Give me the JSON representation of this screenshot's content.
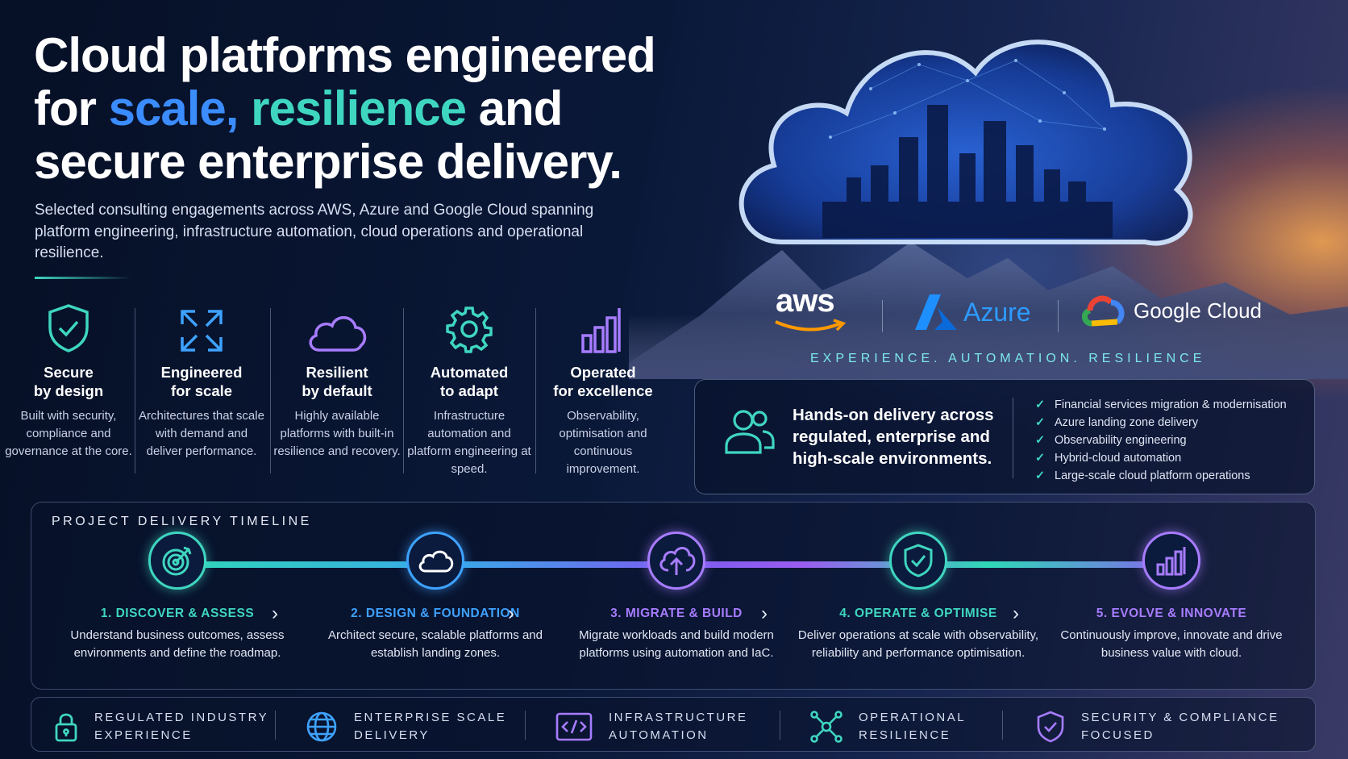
{
  "headline": {
    "line1": "Cloud platforms engineered",
    "line2_prefix": "for ",
    "line2_scale": "scale,",
    "line2_resilience": "resilience",
    "line2_suffix": " and",
    "line3": "secure enterprise delivery."
  },
  "subtitle": "Selected consulting engagements across AWS, Azure and Google Cloud spanning platform engineering, infrastructure automation, cloud operations and operational resilience.",
  "features": [
    {
      "title_1": "Secure",
      "title_2": "by design",
      "desc": "Built with security, compliance and governance at the core.",
      "icon": "shield-check-icon"
    },
    {
      "title_1": "Engineered",
      "title_2": "for scale",
      "desc": "Architectures that scale with demand and deliver performance.",
      "icon": "expand-arrows-icon"
    },
    {
      "title_1": "Resilient",
      "title_2": "by default",
      "desc": "Highly available platforms with built-in resilience and recovery.",
      "icon": "cloud-icon"
    },
    {
      "title_1": "Automated",
      "title_2": "to adapt",
      "desc": "Infrastructure automation and platform engineering at speed.",
      "icon": "gear-icon"
    },
    {
      "title_1": "Operated",
      "title_2": "for excellence",
      "desc": "Observability, optimisation and continuous improvement.",
      "icon": "bar-chart-icon"
    }
  ],
  "logos": {
    "aws": "aws",
    "azure": "Azure",
    "google": "Google Cloud"
  },
  "tagline": "EXPERIENCE. AUTOMATION. RESILIENCE",
  "hands_on": {
    "title": "Hands-on delivery across regulated, enterprise and high-scale environments.",
    "items": [
      "Financial services migration & modernisation",
      "Azure landing zone delivery",
      "Observability engineering",
      "Hybrid-cloud automation",
      "Large-scale cloud platform operations"
    ]
  },
  "timeline": {
    "title": "PROJECT DELIVERY TIMELINE",
    "steps": [
      {
        "title": "1. DISCOVER & ASSESS",
        "desc": "Understand business outcomes, assess environments and define the roadmap.",
        "color": "#3fd6c0",
        "icon": "target-icon"
      },
      {
        "title": "2. DESIGN & FOUNDATION",
        "desc": "Architect secure, scalable platforms and establish landing zones.",
        "color": "#3ea2ff",
        "icon": "cloud-icon"
      },
      {
        "title": "3. MIGRATE & BUILD",
        "desc": "Migrate workloads and build modern platforms using automation and IaC.",
        "color": "#a77cff",
        "icon": "cloud-upload-icon"
      },
      {
        "title": "4. OPERATE & OPTIMISE",
        "desc": "Deliver operations at scale with observability, reliability and performance optimisation.",
        "color": "#3fd6c0",
        "icon": "shield-check-icon"
      },
      {
        "title": "5. EVOLVE & INNOVATE",
        "desc": "Continuously improve, innovate and drive business value with cloud.",
        "color": "#a77cff",
        "icon": "bar-chart-icon"
      }
    ]
  },
  "bottom": [
    {
      "line1": "REGULATED INDUSTRY",
      "line2": "EXPERIENCE",
      "icon": "lock-icon"
    },
    {
      "line1": "ENTERPRISE SCALE",
      "line2": "DELIVERY",
      "icon": "globe-icon"
    },
    {
      "line1": "INFRASTRUCTURE",
      "line2": "AUTOMATION",
      "icon": "code-icon"
    },
    {
      "line1": "OPERATIONAL",
      "line2": "RESILIENCE",
      "icon": "network-icon"
    },
    {
      "line1": "SECURITY & COMPLIANCE",
      "line2": "FOCUSED",
      "icon": "shield-check-icon"
    }
  ]
}
